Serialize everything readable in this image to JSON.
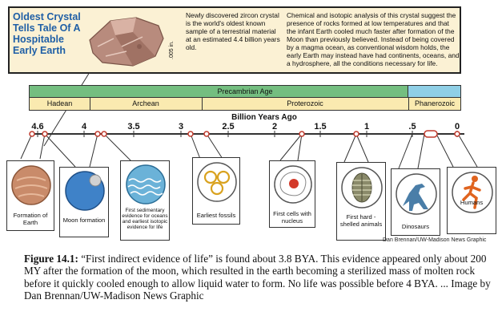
{
  "header": {
    "title": "Oldest Crystal Tells Tale Of A Hospitable Early Earth",
    "scale_label": ".005 in.",
    "paragraph1": "Newly discovered zircon crystal is the world's oldest known sample of a terrestrial material at an estimated 4.4 billion years old.",
    "paragraph2": "Chemical and isotopic analysis of this crystal suggest the presence of rocks formed at low temperatures and that the infant Earth cooled much faster after formation of the Moon than previously believed. Instead of being covered by a magma ocean, as conventional wisdom holds, the early Earth may instead have had continents, oceans, and a hydrosphere, all the conditions necessary for life."
  },
  "timeline": {
    "age_label": "Precambrian Age",
    "eons": [
      "Hadean",
      "Archean",
      "Proterozoic",
      "Phanerozoic"
    ],
    "axis_title": "Billion Years Ago",
    "ticks": [
      "4.6",
      "4",
      "3.5",
      "3",
      "2.5",
      "2",
      "1.5",
      "1",
      ".5",
      "0"
    ]
  },
  "events": [
    "Formation of Earth",
    "Moon formation",
    "First sedimentary evidence for oceans and earliest isotopic evidence for life",
    "Earliest fossils",
    "First cells with nucleus",
    "First hard - shelled animals",
    "Dinosaurs",
    "Humans"
  ],
  "credit": "Dan Brennan/UW-Madison News Graphic",
  "caption": {
    "label": "Figure 14.1:",
    "text": "“First indirect evidence of life” is found about 3.8 BYA.  This evidence appeared only about 200 MY after the formation of the moon, which resulted in the earth becoming a sterilized mass of molten rock before it quickly cooled enough to allow liquid water to form.  No life was possible before 4 BYA.    ... Image by Dan Brennan/UW-Madison News Graphic"
  },
  "colors": {
    "title_blue": "#1f5fa6",
    "header_bg": "#fbf1d4",
    "precambrian_green": "#74be80",
    "phanerozoic_blue": "#8fcfe6",
    "eon_band": "#faeab0",
    "marker_red": "#c0392b"
  }
}
